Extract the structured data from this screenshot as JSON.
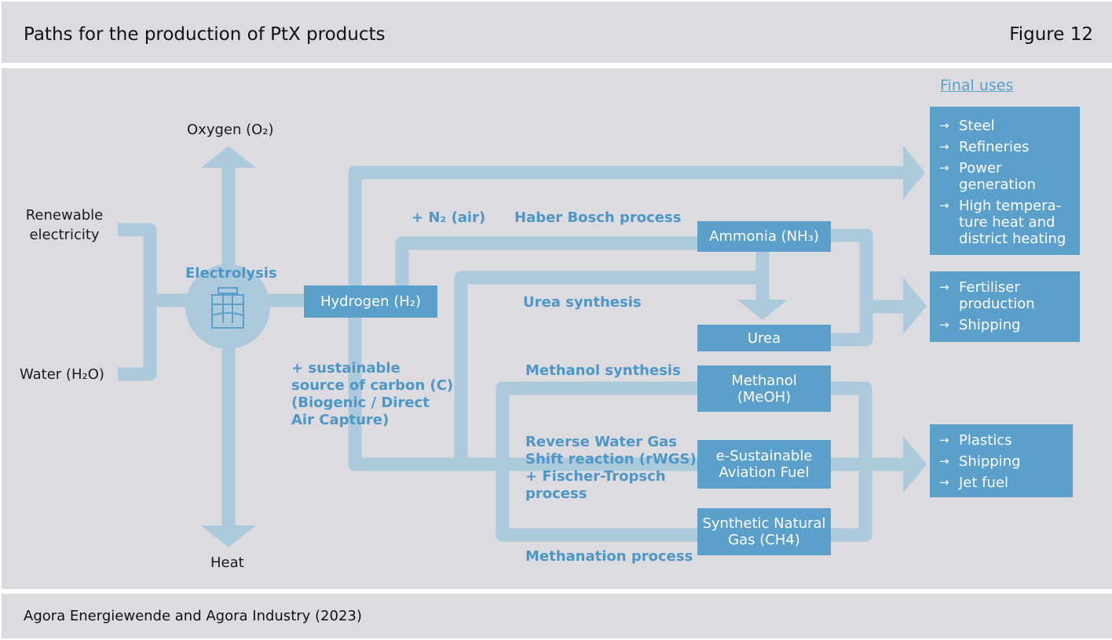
{
  "header": {
    "title": "Paths for the production of PtX products",
    "figure": "Figure 12"
  },
  "footer": {
    "source": "Agora Energiewende and Agora Industry (2023)"
  },
  "inputs": {
    "electricity": "Renewable\nelectricity",
    "water": "Water (H₂O)"
  },
  "outputs": {
    "oxygen": "Oxygen (O₂)",
    "heat": "Heat"
  },
  "processes": {
    "electrolysis": "Electrolysis",
    "n2": "+ N₂ (air)",
    "haber": "Haber Bosch process",
    "urea": "Urea synthesis",
    "carbon": "+ sustainable\nsource of carbon (C)\n(Biogenic / Direct\nAir Capture)",
    "methanol": "Methanol synthesis",
    "rwgs": "Reverse Water Gas\nShift reaction (rWGS)\n+ Fischer-Tropsch\nprocess",
    "methanation": "Methanation process"
  },
  "products": {
    "hydrogen": "Hydrogen (H₂)",
    "ammonia": "Ammonia (NH₃)",
    "urea": "Urea",
    "methanol": "Methanol\n(MeOH)",
    "saf": "e-Sustainable\nAviation Fuel",
    "sng": "Synthetic Natural\nGas (CH4)"
  },
  "final_uses": {
    "title": "Final uses",
    "group1": [
      "Steel",
      "Refineries",
      "Power\ngeneration",
      "High tempera-\nture heat and\ndistrict heating"
    ],
    "group2": [
      "Fertiliser\nproduction",
      "Shipping"
    ],
    "group3": [
      "Plastics",
      "Shipping",
      "Jet fuel"
    ],
    "arrow_glyph": "→"
  },
  "colors": {
    "flow": "#adcadd",
    "box": "#5b9fcb",
    "process_text": "#4d97c6",
    "band": "#dcdbe0"
  }
}
